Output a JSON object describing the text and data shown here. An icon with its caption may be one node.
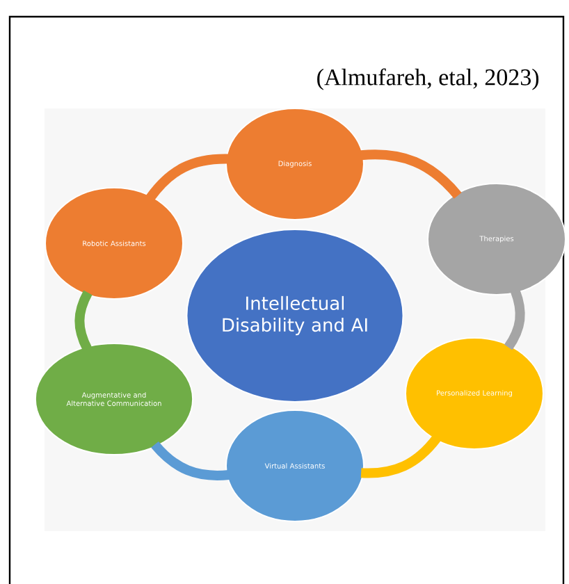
{
  "diagram": {
    "nodes": [
      {
        "text": [
          "Intellectual Disability and AI"
        ]
      },
      {
        "text": [
          "Diagnosis"
        ]
      },
      {
        "text": [
          "Therapies"
        ]
      },
      {
        "text": [
          "Personalized Learning"
        ]
      },
      {
        "text": [
          "Virtual Assistants"
        ]
      },
      {
        "text": [
          "Augmentative and Alternative Communication"
        ]
      },
      {
        "text": [
          "Robotic Assistants"
        ]
      }
    ],
    "edges": [
      {
        "from": 1,
        "to": 2,
        "arrow": "none",
        "color": "#ed7d31"
      },
      {
        "from": 2,
        "to": 3,
        "arrow": "none",
        "color": "#a5a5a5"
      },
      {
        "from": 3,
        "to": 4,
        "arrow": "none",
        "color": "#ffc000"
      },
      {
        "from": 4,
        "to": 5,
        "arrow": "none",
        "color": "#5b9bd5"
      },
      {
        "from": 5,
        "to": 6,
        "arrow": "none",
        "color": "#70ad47"
      },
      {
        "from": 6,
        "to": 1,
        "arrow": "none",
        "color": "#ed7d31"
      }
    ],
    "labels": [
      "(Almufareh, etal, 2023)"
    ]
  }
}
